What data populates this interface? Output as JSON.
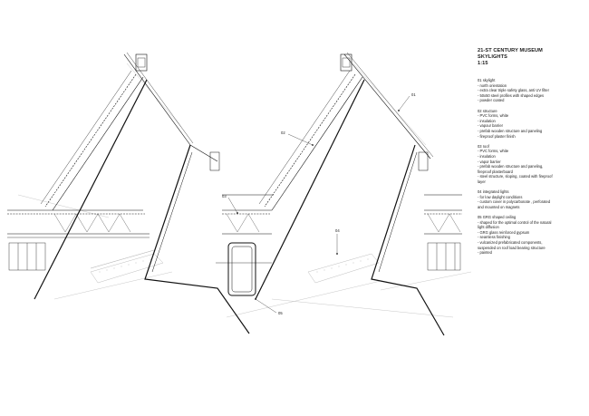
{
  "title": {
    "line1": "21-ST CENTURY MUSEUM",
    "line2": "SKYLIGHTS",
    "line3": "1:15"
  },
  "notes": [
    {
      "heading": "01 skylight",
      "lines": [
        "- north orientation",
        "- extra clear triple safety glass, anti UV filter",
        "- 50x50 steel profiles with shaped edges",
        "- powder coated"
      ]
    },
    {
      "heading": "02 structure",
      "lines": [
        "- PVC forms, white",
        "- insulation",
        "- vapour barrier",
        "- prefab wooden structure and paneling",
        "- fireproof plaster finish"
      ]
    },
    {
      "heading": "03 roof",
      "lines": [
        "- PVC forms, white",
        "- insulation",
        "- vapor barrier",
        "- prefab wooden structure and paneling,",
        "fireproof plasterboard",
        "- steel structure, sloping, coated with fireproof",
        "layer"
      ]
    },
    {
      "heading": "04 integrated lights",
      "lines": [
        "- for low daylight conditions",
        "- custom cover in polycarbonate , perforated",
        "and mounted on magnets"
      ]
    },
    {
      "heading": "05 GRG shaped ceiling",
      "lines": [
        "- shaped for the optimal control of the natural",
        "light diffusion",
        "- GRG glass reinforced gypsum",
        "- seamless finishing",
        "- vulcanized prefabricated components,",
        "suspended on roof load bearing structure",
        "- painted"
      ]
    }
  ],
  "callouts": {
    "c01": "01",
    "c02": "02",
    "c03": "03",
    "c04": "04",
    "c05": "05"
  }
}
